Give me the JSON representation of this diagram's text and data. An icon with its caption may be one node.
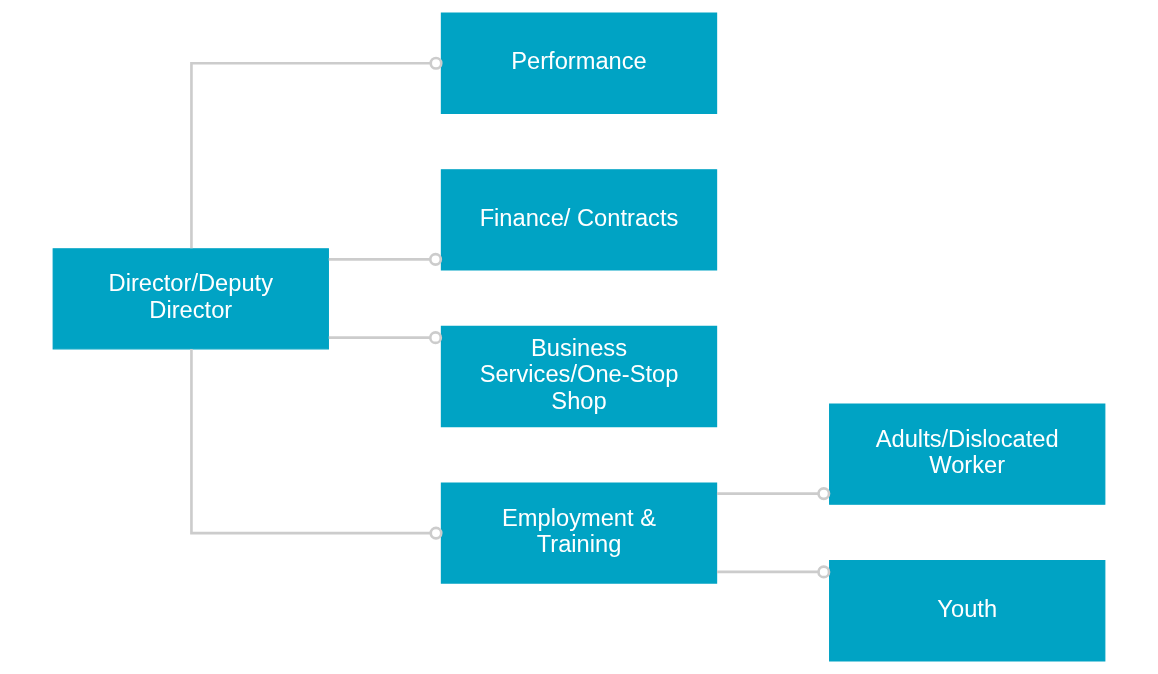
{
  "diagram": {
    "nodes": [
      {
        "text": [
          "Director/Deputy Director"
        ]
      },
      {
        "text": [
          "Performance"
        ]
      },
      {
        "text": [
          "Finance/ Contracts"
        ]
      },
      {
        "text": [
          "Business Services/One-Stop Shop"
        ]
      },
      {
        "text": [
          "Employment & Training"
        ]
      },
      {
        "text": [
          "Adults/Dislocated Worker"
        ]
      },
      {
        "text": [
          "Youth"
        ]
      }
    ],
    "edges": [
      {
        "from": 0,
        "to": 1,
        "arrow": "other"
      },
      {
        "from": 0,
        "to": 2,
        "arrow": "other"
      },
      {
        "from": 0,
        "to": 3,
        "arrow": "other"
      },
      {
        "from": 0,
        "to": 4,
        "arrow": "other"
      },
      {
        "from": 4,
        "to": 5,
        "arrow": "other"
      },
      {
        "from": 4,
        "to": 6,
        "arrow": "other"
      }
    ]
  }
}
